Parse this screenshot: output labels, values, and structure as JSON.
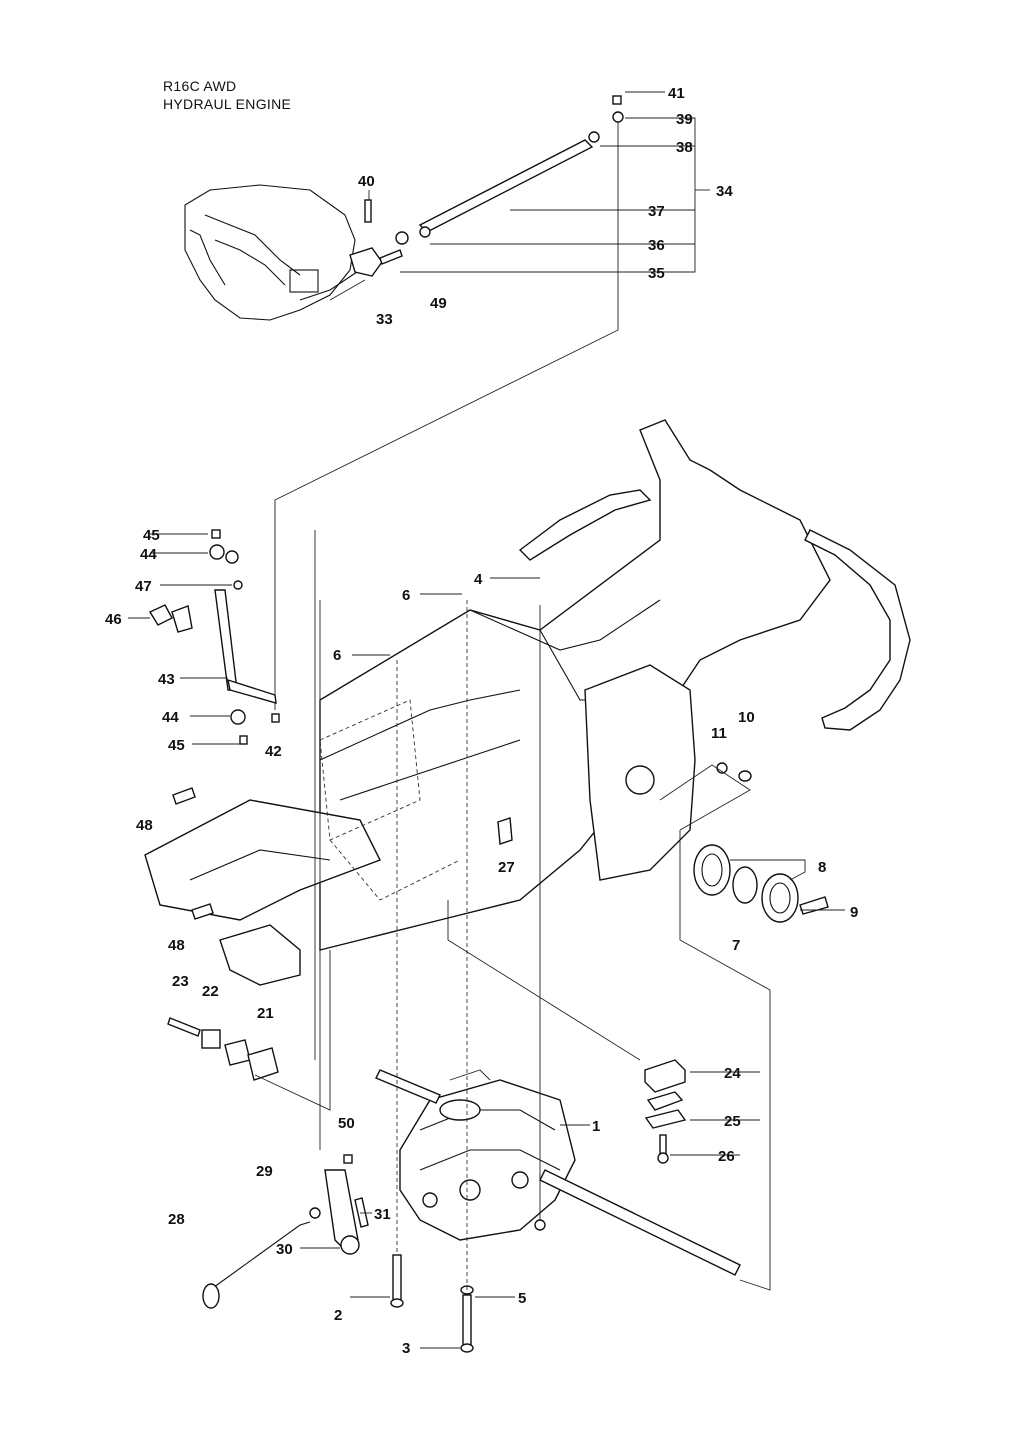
{
  "title": {
    "line1": "R16C AWD",
    "line2": "HYDRAUL ENGINE"
  },
  "callouts": [
    {
      "id": "c41",
      "label": "41"
    },
    {
      "id": "c39",
      "label": "39"
    },
    {
      "id": "c38",
      "label": "38"
    },
    {
      "id": "c34",
      "label": "34"
    },
    {
      "id": "c40",
      "label": "40"
    },
    {
      "id": "c37",
      "label": "37"
    },
    {
      "id": "c36",
      "label": "36"
    },
    {
      "id": "c35",
      "label": "35"
    },
    {
      "id": "c49",
      "label": "49"
    },
    {
      "id": "c33",
      "label": "33"
    },
    {
      "id": "c45a",
      "label": "45"
    },
    {
      "id": "c44a",
      "label": "44"
    },
    {
      "id": "c47",
      "label": "47"
    },
    {
      "id": "c46",
      "label": "46"
    },
    {
      "id": "c43",
      "label": "43"
    },
    {
      "id": "c44b",
      "label": "44"
    },
    {
      "id": "c45b",
      "label": "45"
    },
    {
      "id": "c42",
      "label": "42"
    },
    {
      "id": "c4",
      "label": "4"
    },
    {
      "id": "c6a",
      "label": "6"
    },
    {
      "id": "c6b",
      "label": "6"
    },
    {
      "id": "c11",
      "label": "11"
    },
    {
      "id": "c10",
      "label": "10"
    },
    {
      "id": "c48a",
      "label": "48"
    },
    {
      "id": "c27",
      "label": "27"
    },
    {
      "id": "c8",
      "label": "8"
    },
    {
      "id": "c9",
      "label": "9"
    },
    {
      "id": "c7",
      "label": "7"
    },
    {
      "id": "c48b",
      "label": "48"
    },
    {
      "id": "c23",
      "label": "23"
    },
    {
      "id": "c22",
      "label": "22"
    },
    {
      "id": "c21",
      "label": "21"
    },
    {
      "id": "c24",
      "label": "24"
    },
    {
      "id": "c1",
      "label": "1"
    },
    {
      "id": "c25",
      "label": "25"
    },
    {
      "id": "c50",
      "label": "50"
    },
    {
      "id": "c26",
      "label": "26"
    },
    {
      "id": "c29",
      "label": "29"
    },
    {
      "id": "c31",
      "label": "31"
    },
    {
      "id": "c28",
      "label": "28"
    },
    {
      "id": "c30",
      "label": "30"
    },
    {
      "id": "c5",
      "label": "5"
    },
    {
      "id": "c2",
      "label": "2"
    },
    {
      "id": "c3",
      "label": "3"
    }
  ]
}
